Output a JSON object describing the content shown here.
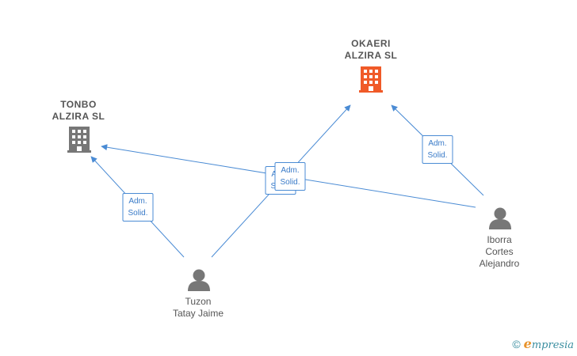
{
  "nodes": {
    "okaeri": {
      "line1": "OKAERI",
      "line2": "ALZIRA  SL",
      "icon": "building-icon",
      "color": "#f05a28"
    },
    "tonbo": {
      "line1": "TONBO",
      "line2": "ALZIRA  SL",
      "icon": "building-icon",
      "color": "#777777"
    },
    "tuzon": {
      "line1": "Tuzon",
      "line2": "Tatay Jaime",
      "icon": "person-icon",
      "color": "#777777"
    },
    "iborra": {
      "line1": "Iborra",
      "line2": "Cortes",
      "line3": "Alejandro",
      "icon": "person-icon",
      "color": "#777777"
    }
  },
  "edges": {
    "tuzon_tonbo": {
      "line1": "Adm.",
      "line2": "Solid."
    },
    "tuzon_okaeri": {
      "line1": "Adm.",
      "line2": "Solid."
    },
    "iborra_tonbo": {
      "line1": "Adm.",
      "line2": "Solid."
    },
    "iborra_okaeri": {
      "line1": "Adm.",
      "line2": "Solid."
    }
  },
  "colors": {
    "edge": "#4a8bd4",
    "company_highlight": "#f05a28",
    "neutral_icon": "#777777"
  },
  "footer": {
    "copyright": "©",
    "brand_initial": "e",
    "brand_rest": "mpresia"
  }
}
